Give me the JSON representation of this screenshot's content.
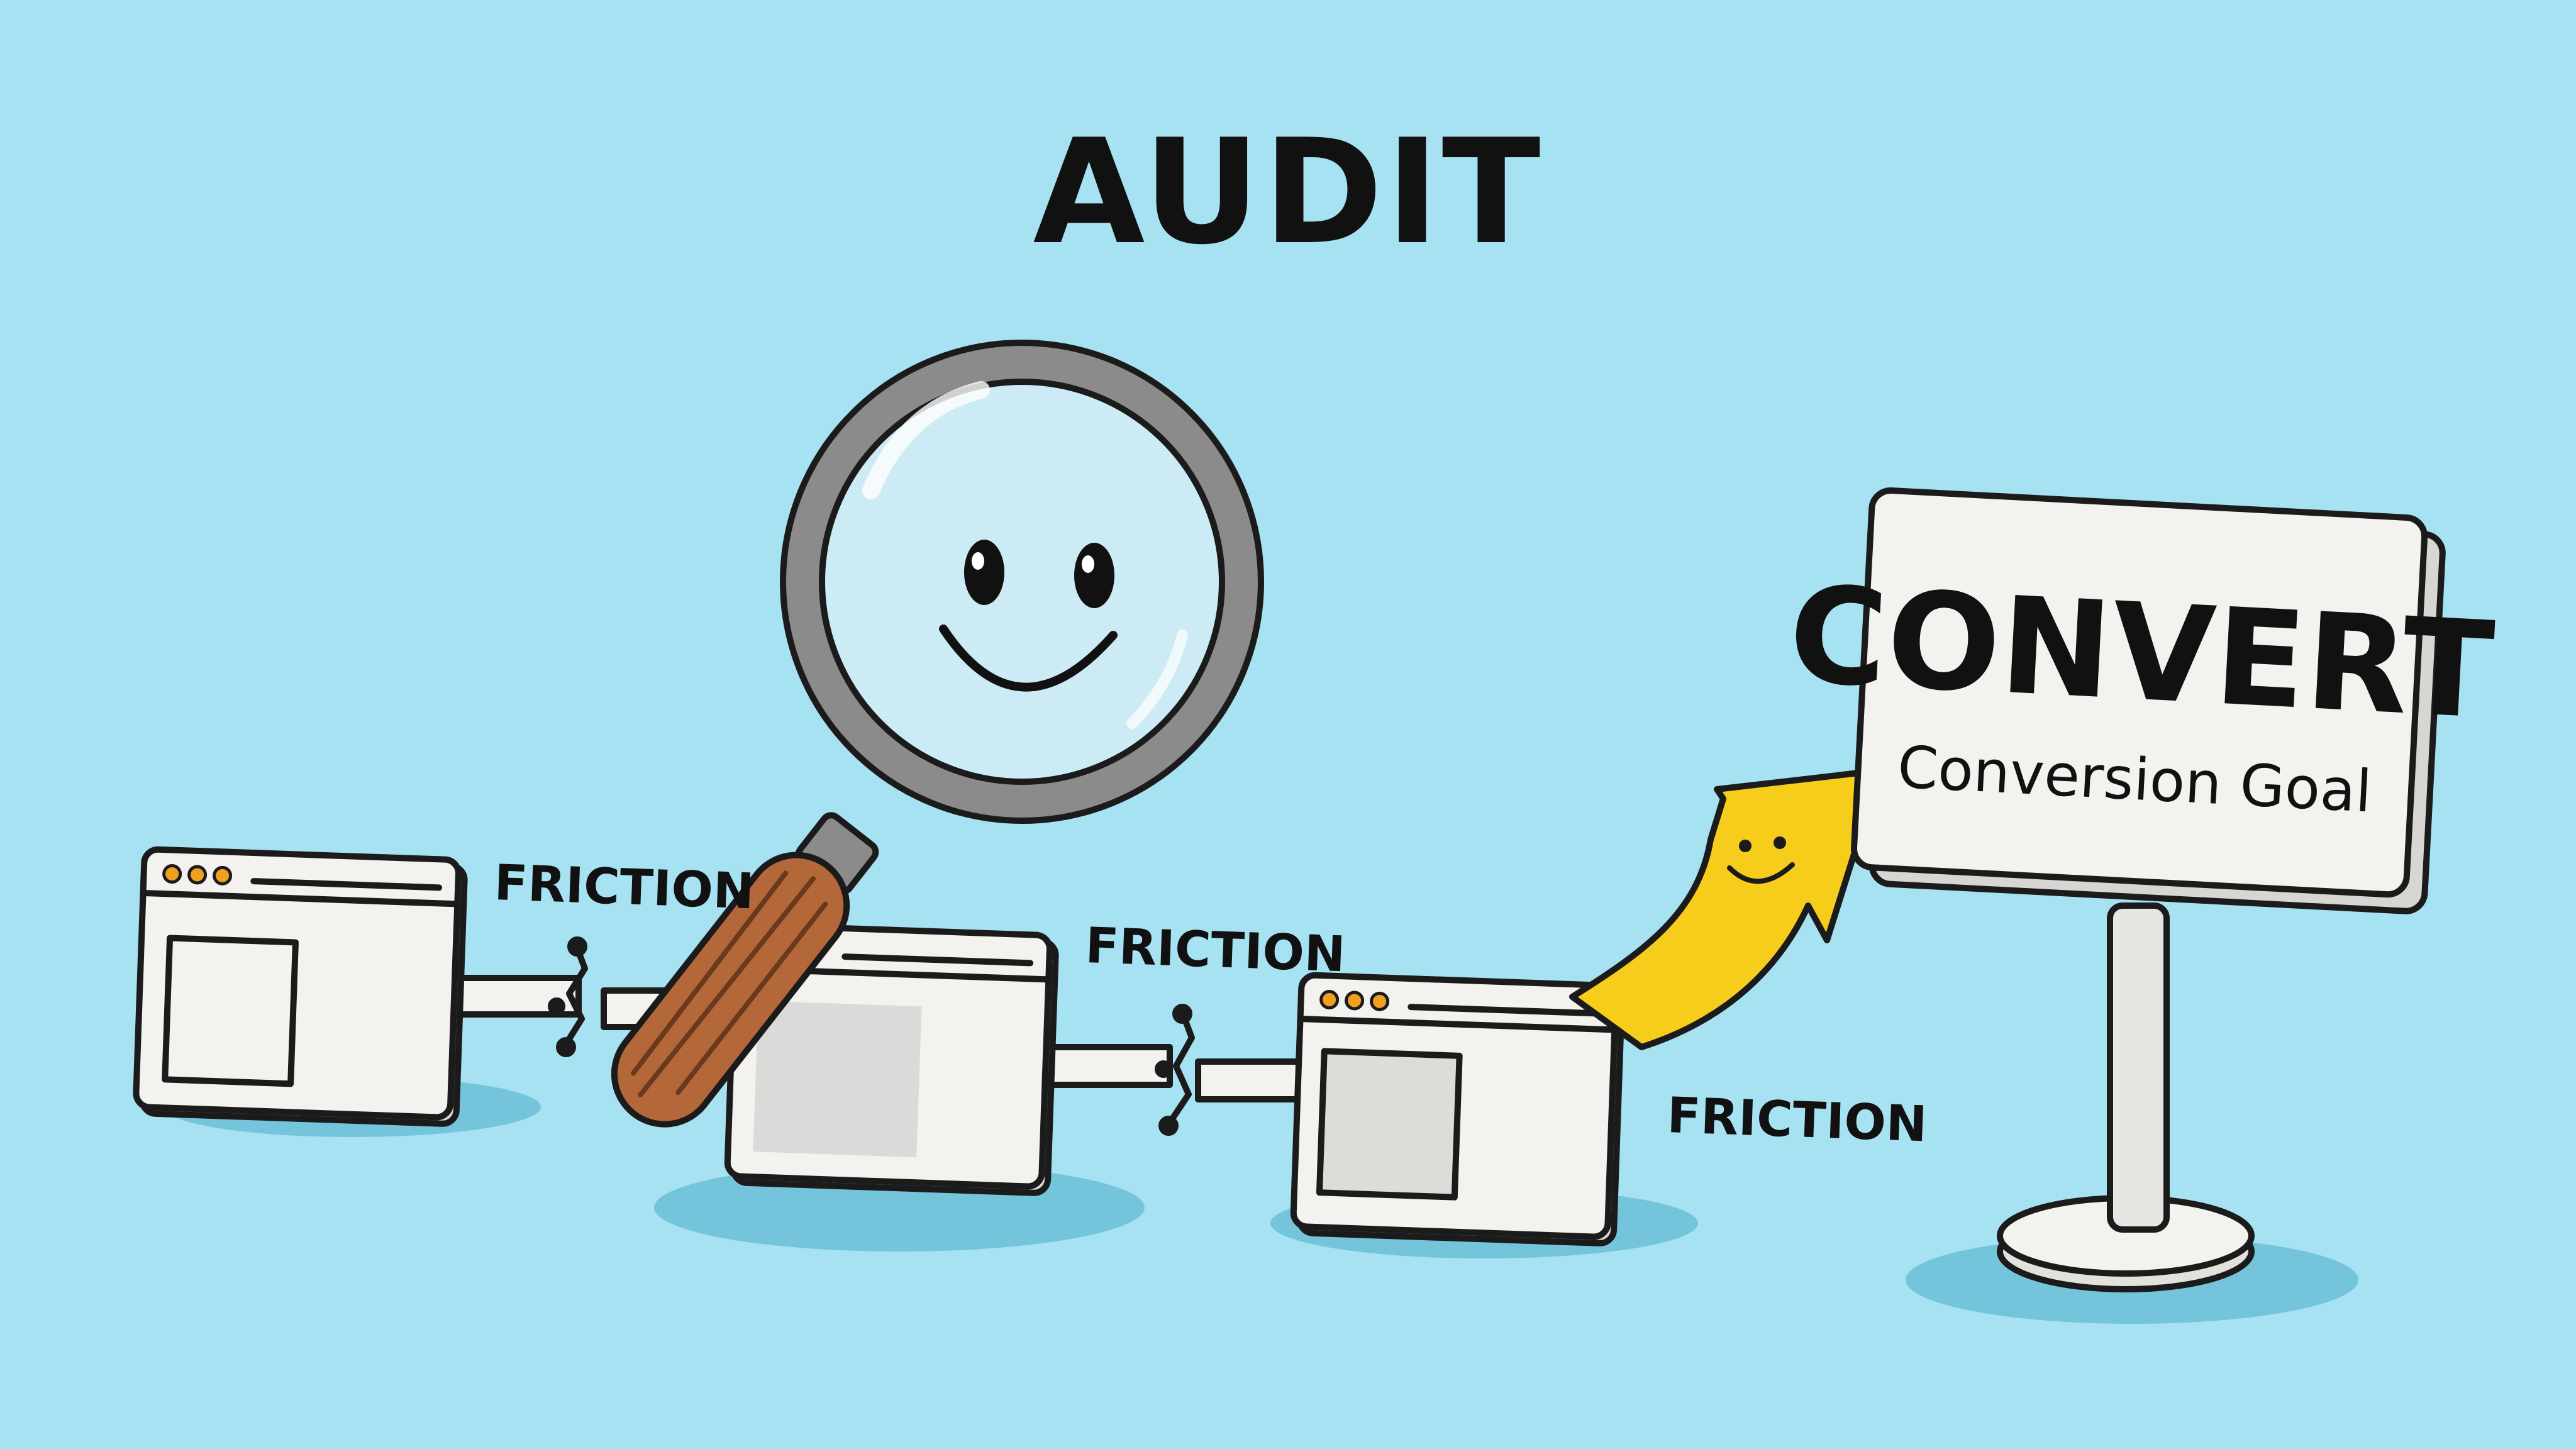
{
  "title": "AUDIT",
  "friction_labels": [
    "FRICTION",
    "FRICTION",
    "FRICTION"
  ],
  "sign": {
    "main": "CONVERT",
    "sub": "Conversion Goal"
  },
  "colors": {
    "background": "#a7e2f2",
    "window": "#f4f2ee",
    "window_dots": "#f0a020",
    "lens": "#cdebf4",
    "rim": "#8b8b8b",
    "handle": "#b4683a",
    "arrow": "#f5cd1a",
    "shadow": "#6bbfd7"
  },
  "icons": [
    "magnifying-glass-icon",
    "smiley-face-icon",
    "browser-window-icon",
    "broken-link-icon",
    "arrow-up-right-icon",
    "signpost-icon"
  ]
}
